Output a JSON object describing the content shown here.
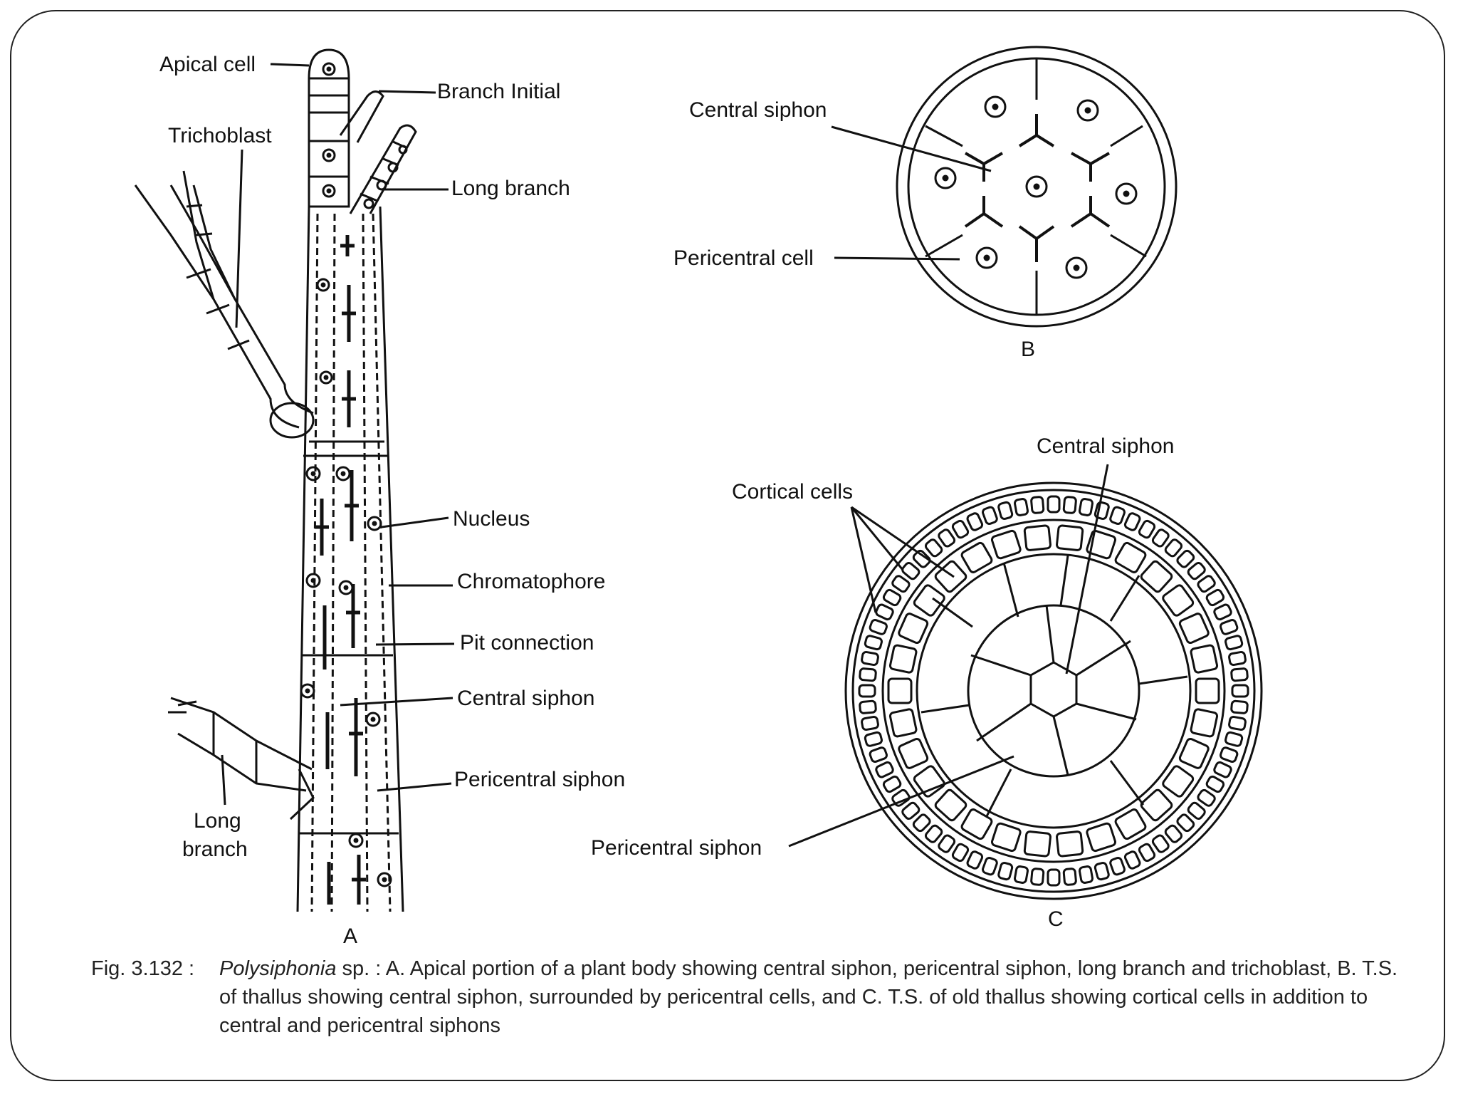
{
  "figure_a": {
    "panel_label": "A",
    "labels": {
      "apical_cell": "Apical cell",
      "branch_initial": "Branch Initial",
      "trichoblast": "Trichoblast",
      "long_branch_top": "Long branch",
      "nucleus": "Nucleus",
      "chromatophore": "Chromatophore",
      "pit_connection": "Pit connection",
      "central_siphon": "Central siphon",
      "pericentral_siphon": "Pericentral siphon",
      "long_branch_bottom_line1": "Long",
      "long_branch_bottom_line2": "branch"
    }
  },
  "figure_b": {
    "panel_label": "B",
    "labels": {
      "central_siphon": "Central siphon",
      "pericentral_cell": "Pericentral cell"
    }
  },
  "figure_c": {
    "panel_label": "C",
    "labels": {
      "central_siphon": "Central siphon",
      "cortical_cells": "Cortical cells",
      "pericentral_siphon": "Pericentral siphon"
    }
  },
  "caption": {
    "number": "Fig. 3.132 :",
    "genus": "Polysiphonia",
    "text": " sp. : A. Apical portion of a plant body showing central siphon, pericentral siphon, long branch and trichoblast, B. T.S. of thallus showing central siphon, surrounded by pericentral cells, and C. T.S. of old thallus showing cortical cells in addition to central and pericentral siphons"
  }
}
